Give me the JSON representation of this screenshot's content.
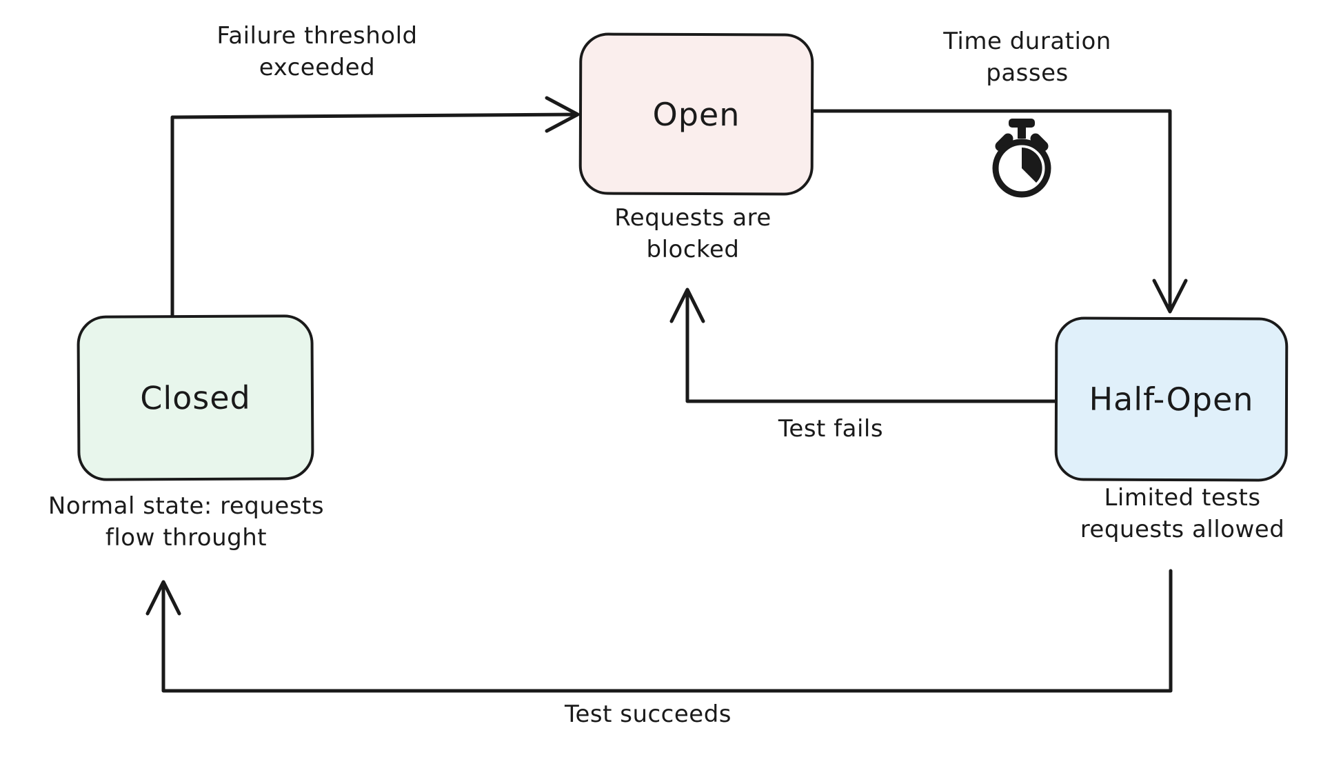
{
  "diagram": {
    "type": "state-machine",
    "subject": "circuit breaker pattern",
    "background": "#ffffff",
    "stroke_color": "#1a1a1a",
    "states": [
      {
        "id": "closed",
        "label": "Closed",
        "caption": "Normal state: requests\nflow throught",
        "fill": "#e8f6ec"
      },
      {
        "id": "open",
        "label": "Open",
        "caption": "Requests are\nblocked",
        "fill": "#faeeed"
      },
      {
        "id": "half_open",
        "label": "Half-Open",
        "caption": "Limited tests\nrequests allowed",
        "fill": "#e0f0fa"
      }
    ],
    "transitions": [
      {
        "from": "Closed",
        "to": "Open",
        "label": "Failure threshold\nexceeded"
      },
      {
        "from": "Open",
        "to": "Half-Open",
        "label": "Time duration\npasses",
        "icon": "stopwatch-icon"
      },
      {
        "from": "Half-Open",
        "to": "Open",
        "label": "Test fails"
      },
      {
        "from": "Half-Open",
        "to": "Closed",
        "label": "Test succeeds"
      }
    ]
  }
}
